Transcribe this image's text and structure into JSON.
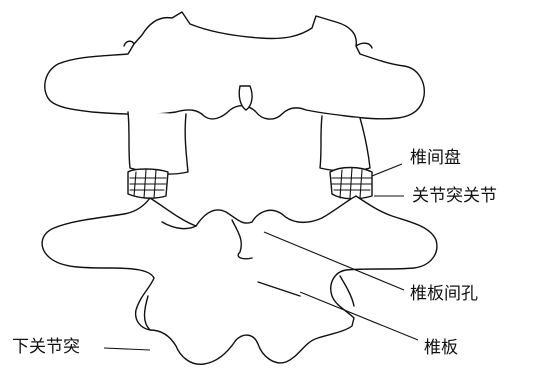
{
  "labels": {
    "intervertebral_disc": "椎间盘",
    "facet_joint": "关节突关节",
    "interlaminar_foramen": "椎板间孔",
    "inferior_articular_process": "下关节突",
    "lamina": "椎板"
  }
}
